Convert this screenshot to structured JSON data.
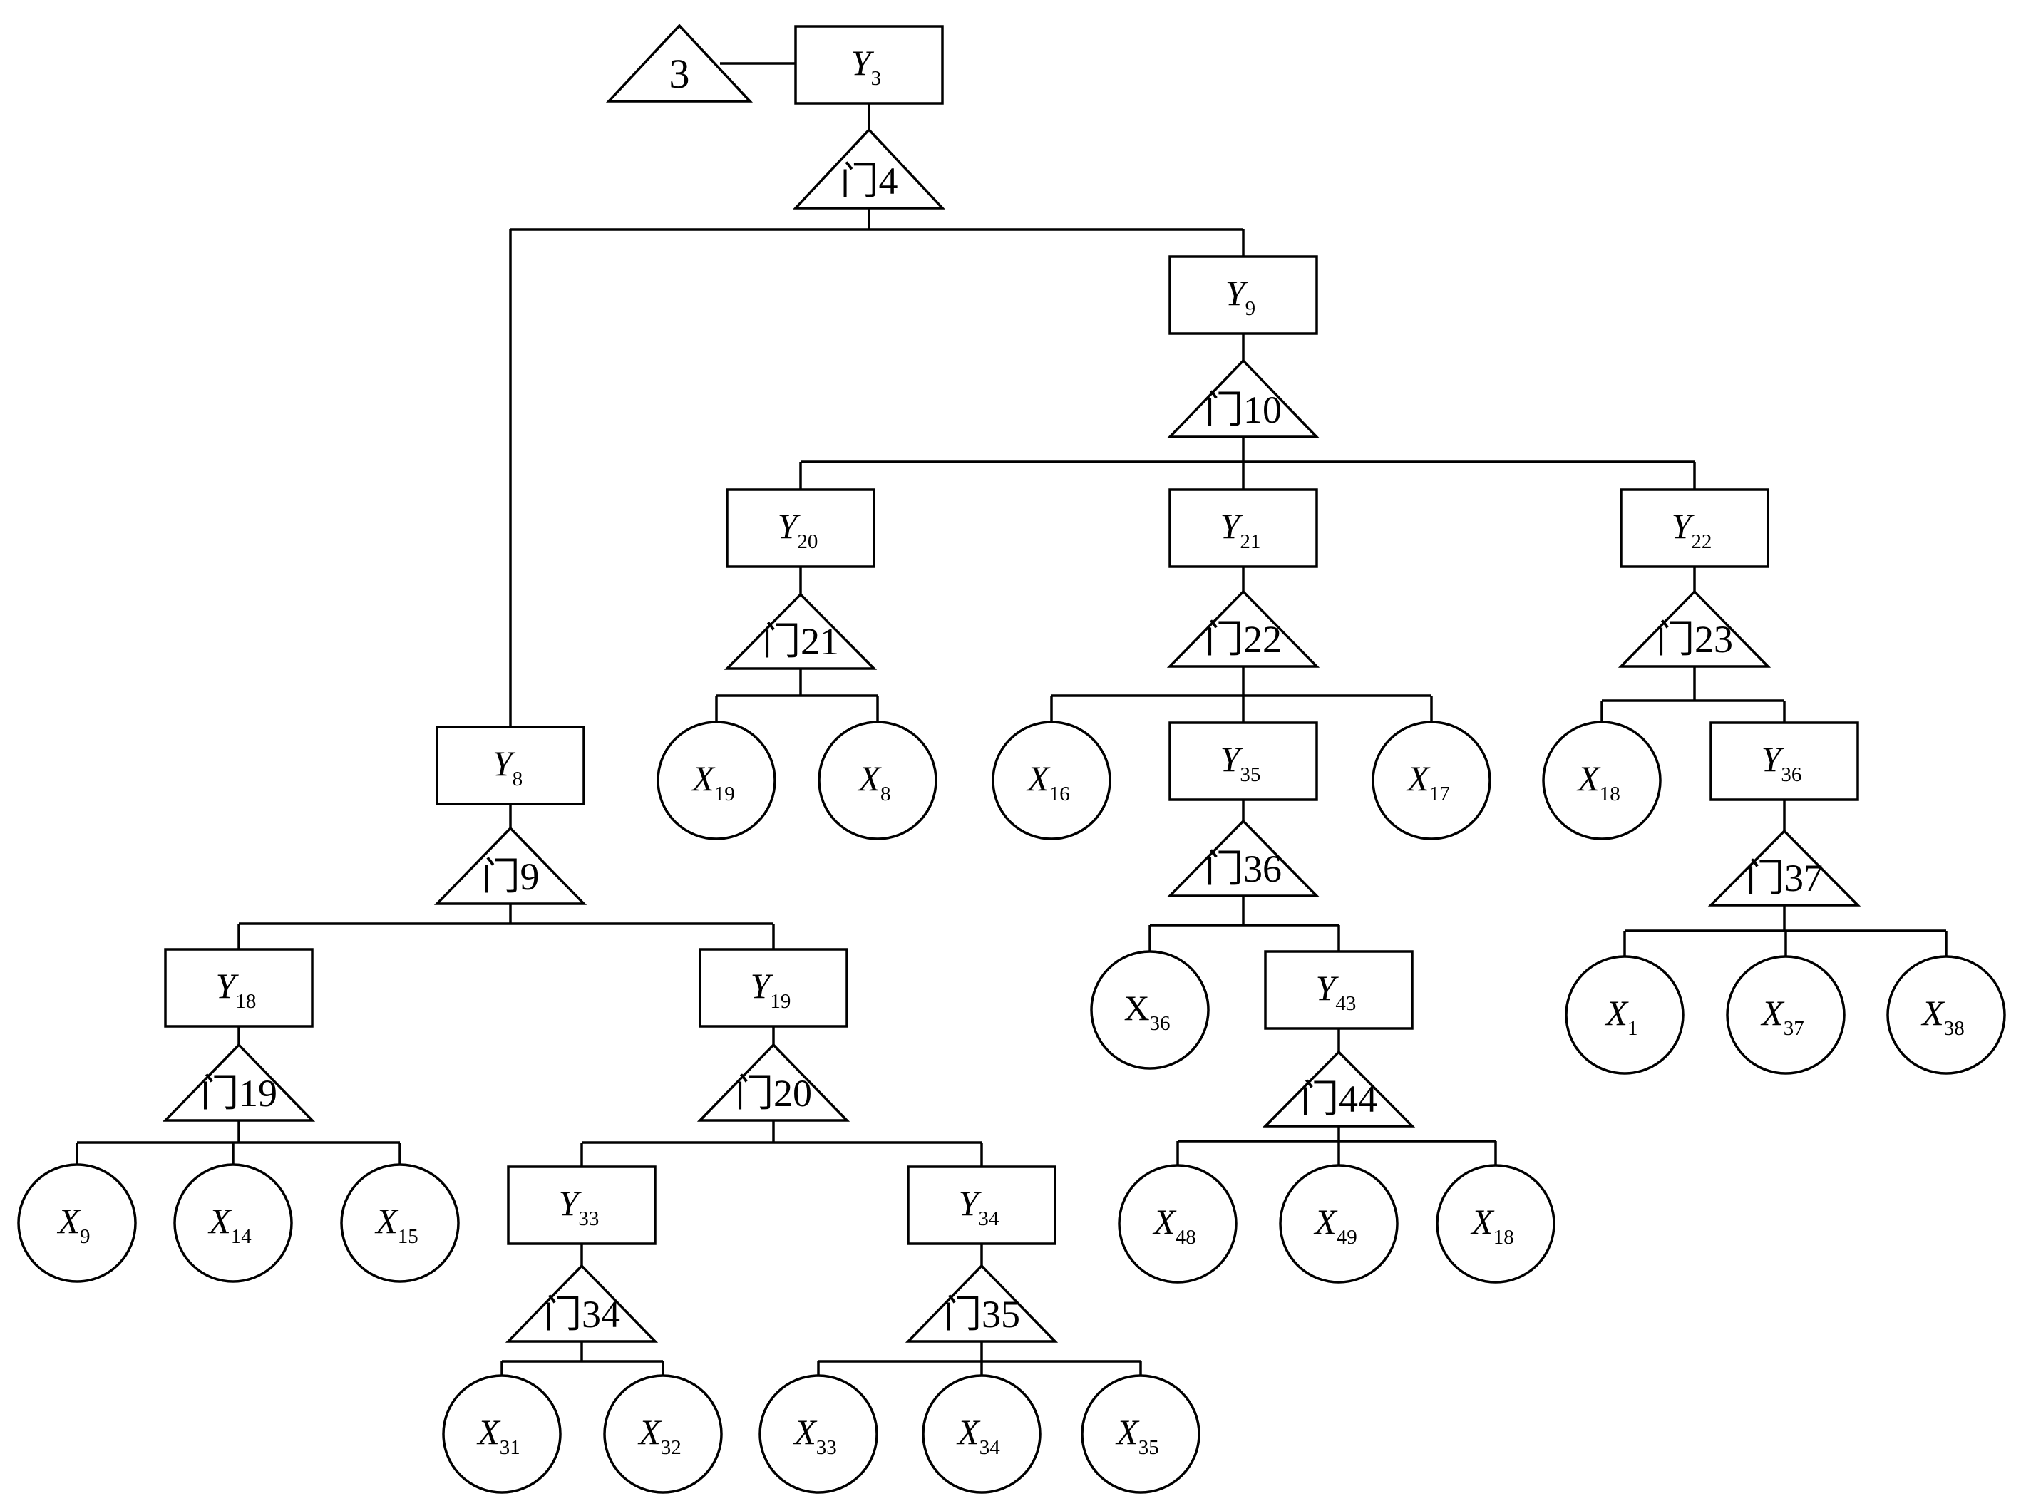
{
  "transfer": {
    "label": "3"
  },
  "events": [
    {
      "id": "Y3",
      "letter": "Y",
      "sub": "3"
    },
    {
      "id": "Y9",
      "letter": "Y",
      "sub": "9"
    },
    {
      "id": "Y8",
      "letter": "Y",
      "sub": "8"
    },
    {
      "id": "Y20",
      "letter": "Y",
      "sub": "20"
    },
    {
      "id": "Y21",
      "letter": "Y",
      "sub": "21"
    },
    {
      "id": "Y22",
      "letter": "Y",
      "sub": "22"
    },
    {
      "id": "Y35",
      "letter": "Y",
      "sub": "35"
    },
    {
      "id": "Y36",
      "letter": "Y",
      "sub": "36"
    },
    {
      "id": "Y18",
      "letter": "Y",
      "sub": "18"
    },
    {
      "id": "Y19",
      "letter": "Y",
      "sub": "19"
    },
    {
      "id": "Y43",
      "letter": "Y",
      "sub": "43"
    },
    {
      "id": "Y33",
      "letter": "Y",
      "sub": "33"
    },
    {
      "id": "Y34",
      "letter": "Y",
      "sub": "34"
    }
  ],
  "gates": [
    {
      "id": "g4",
      "label": "门4"
    },
    {
      "id": "g10",
      "label": "门10"
    },
    {
      "id": "g9",
      "label": "门9"
    },
    {
      "id": "g21",
      "label": "门21"
    },
    {
      "id": "g22",
      "label": "门22"
    },
    {
      "id": "g23",
      "label": "门23"
    },
    {
      "id": "g36",
      "label": "门36"
    },
    {
      "id": "g37",
      "label": "门37"
    },
    {
      "id": "g19",
      "label": "门19"
    },
    {
      "id": "g20",
      "label": "门20"
    },
    {
      "id": "g44",
      "label": "门44"
    },
    {
      "id": "g34",
      "label": "门34"
    },
    {
      "id": "g35",
      "label": "门35"
    }
  ],
  "basic_events": [
    {
      "id": "b19",
      "letter": "X",
      "sub": "19"
    },
    {
      "id": "b8",
      "letter": "X",
      "sub": "8"
    },
    {
      "id": "b16",
      "letter": "X",
      "sub": "16"
    },
    {
      "id": "b17",
      "letter": "X",
      "sub": "17"
    },
    {
      "id": "b18a",
      "letter": "X",
      "sub": "18"
    },
    {
      "id": "b36",
      "letter": "X",
      "sub": "36",
      "upright": true
    },
    {
      "id": "b1",
      "letter": "X",
      "sub": "1"
    },
    {
      "id": "b37",
      "letter": "X",
      "sub": "37"
    },
    {
      "id": "b38",
      "letter": "X",
      "sub": "38"
    },
    {
      "id": "b9",
      "letter": "X",
      "sub": "9"
    },
    {
      "id": "b14",
      "letter": "X",
      "sub": "14"
    },
    {
      "id": "b15",
      "letter": "X",
      "sub": "15"
    },
    {
      "id": "b48",
      "letter": "X",
      "sub": "48"
    },
    {
      "id": "b49",
      "letter": "X",
      "sub": "49"
    },
    {
      "id": "b18b",
      "letter": "X",
      "sub": "18"
    },
    {
      "id": "b31",
      "letter": "X",
      "sub": "31"
    },
    {
      "id": "b32",
      "letter": "X",
      "sub": "32"
    },
    {
      "id": "b33",
      "letter": "X",
      "sub": "33"
    },
    {
      "id": "b34",
      "letter": "X",
      "sub": "34"
    },
    {
      "id": "b35",
      "letter": "X",
      "sub": "35"
    }
  ]
}
